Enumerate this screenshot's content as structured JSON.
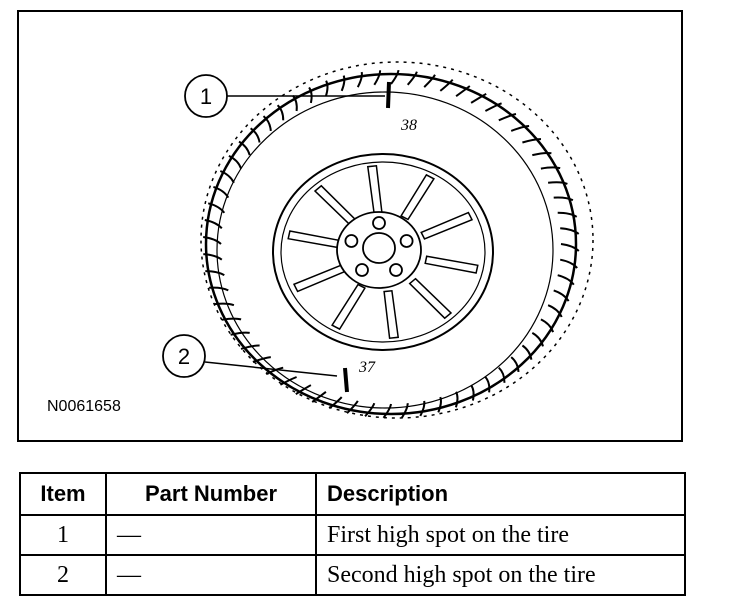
{
  "figure": {
    "code": "N0061658",
    "callouts": [
      {
        "number": "1",
        "mark_label": "38"
      },
      {
        "number": "2",
        "mark_label": "37"
      }
    ]
  },
  "table": {
    "headers": [
      "Item",
      "Part Number",
      "Description"
    ],
    "rows": [
      {
        "item": "1",
        "part_number": "—",
        "description": "First high spot on the tire"
      },
      {
        "item": "2",
        "part_number": "—",
        "description": "Second high spot on the tire"
      }
    ]
  }
}
